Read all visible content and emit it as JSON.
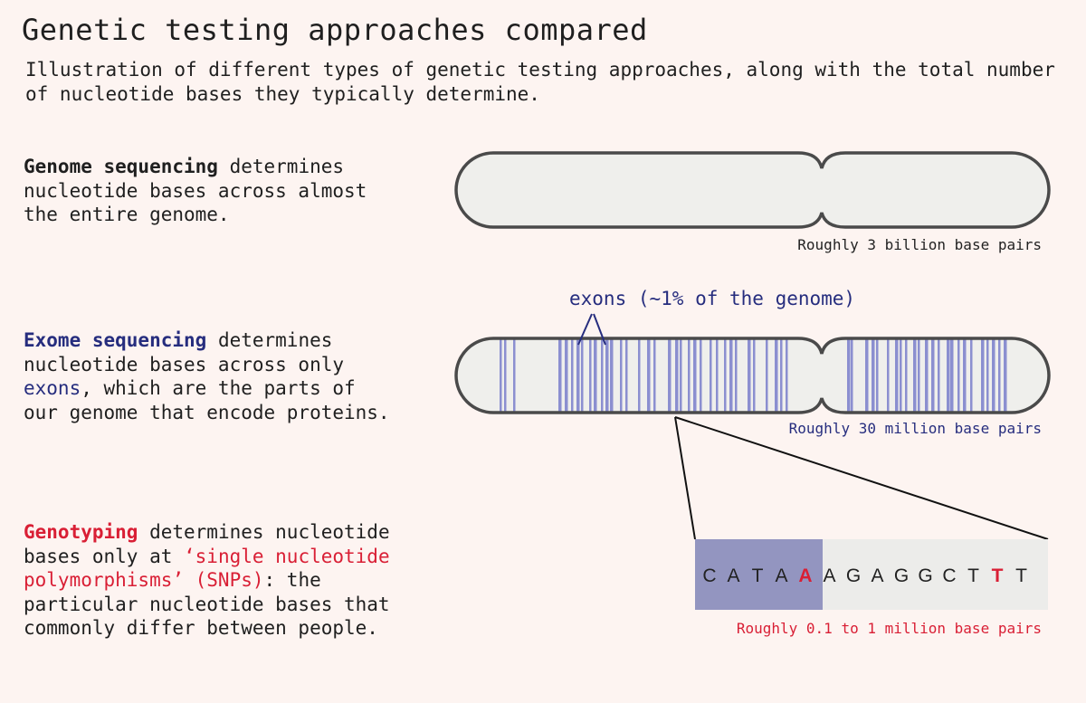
{
  "title": "Genetic testing approaches compared",
  "subtitle": "Illustration of different types of genetic testing approaches, along with the total number of nucleotide bases they typically determine.",
  "colors": {
    "background": "#fdf4f1",
    "navy": "#262d7e",
    "red": "#d91f35",
    "exon_band": "#8b8fd0",
    "chromosome_fill": "#efefec",
    "chromosome_stroke": "#4a4a4a",
    "highlight": "#9395c0"
  },
  "genome": {
    "term": "Genome sequencing",
    "line1_rest": " determines",
    "line2": "nucleotide bases across almost",
    "line3": "the entire genome.",
    "caption": "Roughly 3 billion base pairs"
  },
  "exome": {
    "term": "Exome sequencing",
    "line1_rest": " determines",
    "line2": "nucleotide bases across only",
    "line3_term": "exons",
    "line3_rest": ", which are the parts of",
    "line4": "our genome that encode proteins.",
    "callout": "exons (~1% of the genome)",
    "caption": "Roughly 30 million base pairs"
  },
  "genotyping": {
    "term": "Genotyping",
    "line1_rest": " determines nucleotide",
    "line2_start": "bases only at ",
    "line2_term": "‘single nucleotide",
    "line3_term": "polymorphisms’ (SNPs)",
    "line3_rest": ": the",
    "line4": "particular nucleotide bases that",
    "line5": "commonly differ between people.",
    "caption": "Roughly 0.1 to 1 million base pairs",
    "bases": [
      "C",
      "A",
      "T",
      "A",
      "A",
      "A",
      "G",
      "A",
      "G",
      "G",
      "C",
      "T",
      "T",
      "T"
    ],
    "snp_positions": [
      4,
      12
    ]
  }
}
